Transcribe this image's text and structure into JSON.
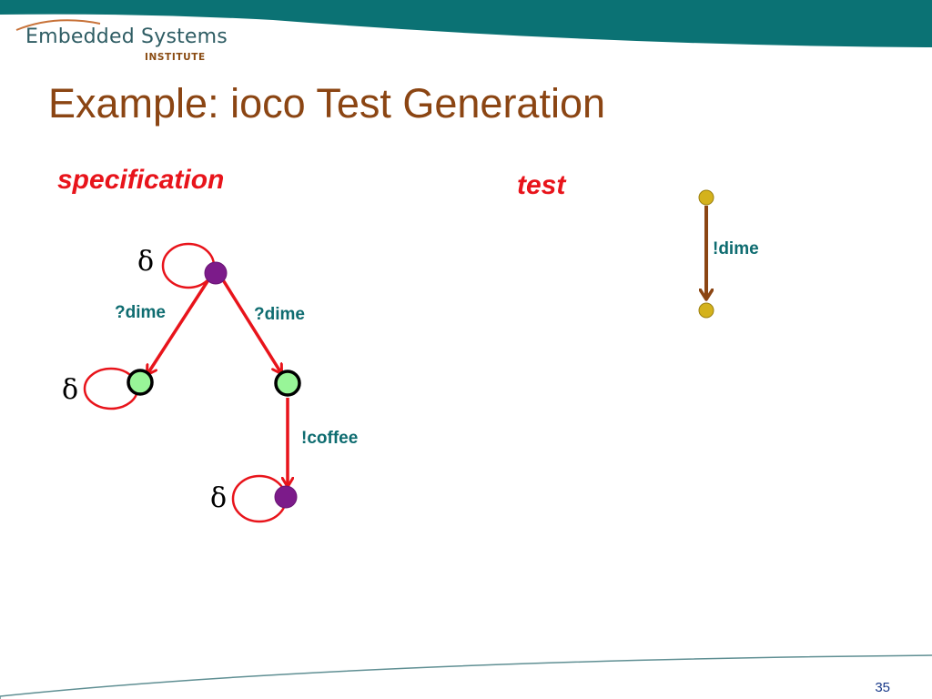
{
  "logo": {
    "name": "Embedded Systems",
    "subtitle": "INSTITUTE"
  },
  "title": "Example: ioco Test Generation",
  "specification": {
    "heading": "specification",
    "labels": {
      "left_dime": "?dime",
      "right_dime": "?dime",
      "coffee": "!coffee"
    },
    "quiescence_symbol": "δ"
  },
  "test": {
    "heading": "test",
    "labels": {
      "dime": "!dime"
    }
  },
  "page_number": "35",
  "colors": {
    "header_bar": "#0b7274",
    "title": "#8b4513",
    "heading": "#e8141b",
    "edge_red": "#e8141b",
    "edge_brown": "#8b4513",
    "label_teal": "#0e6c70",
    "state_purple": "#7c1b8a",
    "state_green": "#98f598",
    "state_yellow": "#d4b21c"
  }
}
